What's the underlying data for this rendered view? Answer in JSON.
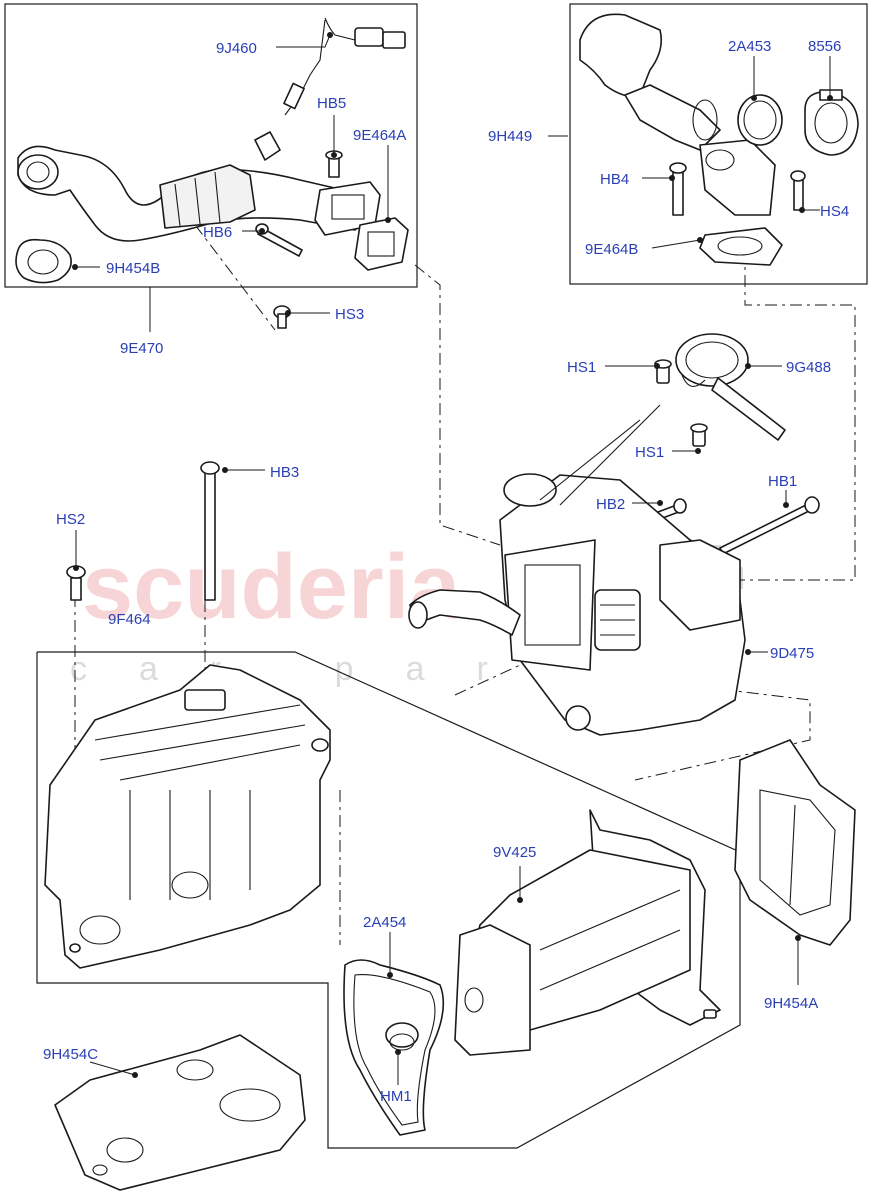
{
  "watermark": {
    "brand": "scuderia",
    "subtitle": "car parts",
    "color": "#e98a8f"
  },
  "callouts": [
    {
      "id": "9J460",
      "label": "9J460"
    },
    {
      "id": "HB5",
      "label": "HB5"
    },
    {
      "id": "9E464A",
      "label": "9E464A"
    },
    {
      "id": "HB6",
      "label": "HB6"
    },
    {
      "id": "9H454B",
      "label": "9H454B"
    },
    {
      "id": "9E470",
      "label": "9E470"
    },
    {
      "id": "HS3",
      "label": "HS3"
    },
    {
      "id": "2A453",
      "label": "2A453"
    },
    {
      "id": "8556",
      "label": "8556"
    },
    {
      "id": "9H449",
      "label": "9H449"
    },
    {
      "id": "HB4",
      "label": "HB4"
    },
    {
      "id": "HS4",
      "label": "HS4"
    },
    {
      "id": "9E464B",
      "label": "9E464B"
    },
    {
      "id": "HS1a",
      "label": "HS1"
    },
    {
      "id": "9G488",
      "label": "9G488"
    },
    {
      "id": "HS1b",
      "label": "HS1"
    },
    {
      "id": "HB3",
      "label": "HB3"
    },
    {
      "id": "HB2",
      "label": "HB2"
    },
    {
      "id": "HB1",
      "label": "HB1"
    },
    {
      "id": "HS2",
      "label": "HS2"
    },
    {
      "id": "9F464",
      "label": "9F464"
    },
    {
      "id": "9D475",
      "label": "9D475"
    },
    {
      "id": "9V425",
      "label": "9V425"
    },
    {
      "id": "2A454",
      "label": "2A454"
    },
    {
      "id": "9H454A",
      "label": "9H454A"
    },
    {
      "id": "9H454C",
      "label": "9H454C"
    },
    {
      "id": "HM1",
      "label": "HM1"
    }
  ]
}
